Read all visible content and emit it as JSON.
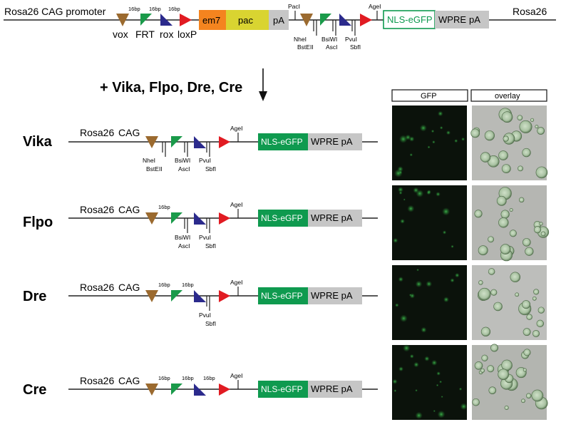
{
  "top": {
    "left_label": "Rosa26 CAG promoter",
    "right_label": "Rosa26",
    "spacer": "16bp",
    "sites": {
      "vox": "vox",
      "frt": "FRT",
      "rox": "rox",
      "loxp": "loxP"
    },
    "cassette": {
      "em7": "em7",
      "pac": "pac",
      "pa": "pA"
    },
    "enzymes": {
      "paci": "PacI",
      "nhei": "NheI",
      "bsteii": "BstEII",
      "bsiwi": "BsiWI",
      "asci": "AscI",
      "pvui": "PvuI",
      "sbfi": "SbfI",
      "agei": "AgeI"
    },
    "reporter": {
      "gfp": "NLS-eGFP",
      "wpre": "WPRE",
      "pa": "pA"
    }
  },
  "step_label": "+ Vika, Flpo, Dre, Cre",
  "columns": {
    "gfp": "GFP",
    "overlay": "overlay"
  },
  "rows": [
    {
      "name": "Vika",
      "rosa": "Rosa26",
      "cag": "CAG",
      "gfp": "NLS-eGFP",
      "wpre": "WPRE pA",
      "agei": "AgeI",
      "nhei": "NheI",
      "bsteii": "BstEII",
      "bsiwi": "BsiWI",
      "asci": "AscI",
      "pvui": "PvuI",
      "sbfi": "SbfI"
    },
    {
      "name": "Flpo",
      "rosa": "Rosa26",
      "cag": "CAG",
      "gfp": "NLS-eGFP",
      "wpre": "WPRE pA",
      "agei": "AgeI",
      "spacer": "16bp",
      "bsiwi": "BsiWI",
      "asci": "AscI",
      "pvui": "PvuI",
      "sbfi": "SbfI"
    },
    {
      "name": "Dre",
      "rosa": "Rosa26",
      "cag": "CAG",
      "gfp": "NLS-eGFP",
      "wpre": "WPRE pA",
      "agei": "AgeI",
      "spacer1": "16bp",
      "spacer2": "16bp",
      "pvui": "PvuI",
      "sbfi": "SbfI"
    },
    {
      "name": "Cre",
      "rosa": "Rosa26",
      "cag": "CAG",
      "gfp": "NLS-eGFP",
      "wpre": "WPRE pA",
      "agei": "AgeI",
      "spacer1": "16bp",
      "spacer2": "16bp",
      "spacer3": "16bp"
    }
  ],
  "colors": {
    "vox": "#9b6a2f",
    "frt": "#1a9a4a",
    "rox": "#2b2a8c",
    "loxp": "#e11b22",
    "em7": "#f4841f",
    "pac": "#d9d431",
    "gray": "#c6c6c6",
    "gfp": "#0f9a4f"
  }
}
